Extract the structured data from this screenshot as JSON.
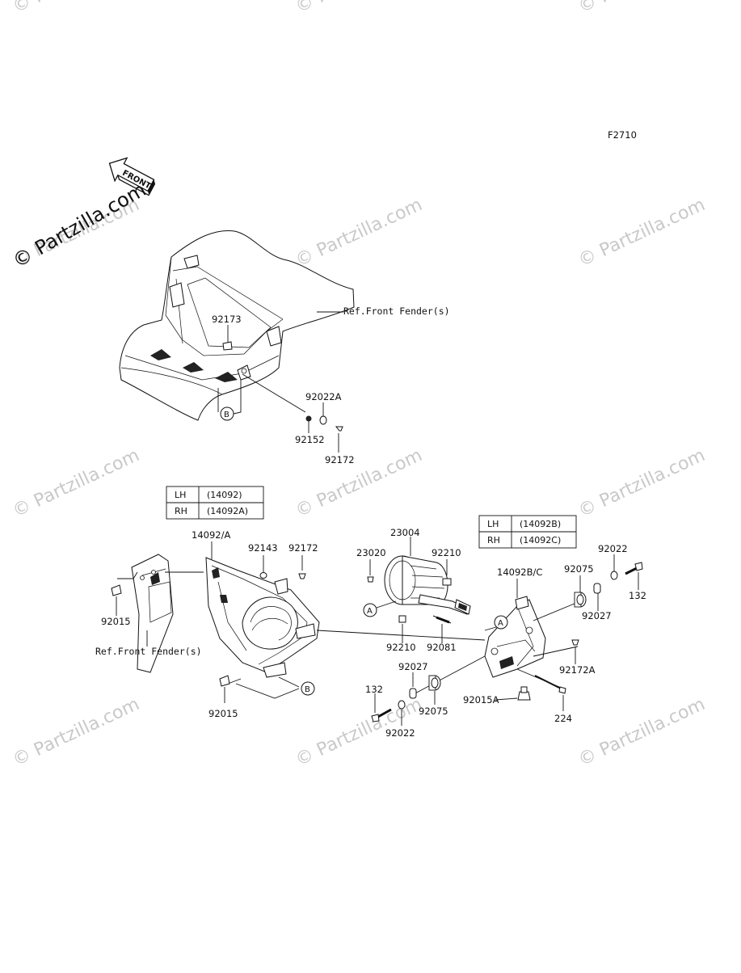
{
  "diagram_code": "F2710",
  "watermark": "© Partzilla.com",
  "front_badge": "FRONT",
  "ref_labels": {
    "front_fender_top": "Ref.Front Fender(s)",
    "front_fender_left": "Ref.Front Fender(s)"
  },
  "callouts": {
    "A": "A",
    "B": "B"
  },
  "tables": {
    "left": [
      {
        "side": "LH",
        "part": "(14092)"
      },
      {
        "side": "RH",
        "part": "(14092A)"
      }
    ],
    "right": [
      {
        "side": "LH",
        "part": "(14092B)"
      },
      {
        "side": "RH",
        "part": "(14092C)"
      }
    ]
  },
  "part_numbers": {
    "p92173": "92173",
    "p92022A": "92022A",
    "p92152": "92152",
    "p92172_top": "92172",
    "p14092A": "14092/A",
    "p92143": "92143",
    "p92172_mid": "92172",
    "p92015_left": "92015",
    "p92015_bottom": "92015",
    "p23004": "23004",
    "p23020": "23020",
    "p92210_top": "92210",
    "p92210_bottom": "92210",
    "p92081": "92081",
    "p14092BC": "14092B/C",
    "p92075_top": "92075",
    "p92022_top": "92022",
    "p132_right": "132",
    "p92027_right": "92027",
    "p92172A": "92172A",
    "p92027_bottom": "92027",
    "p132_left": "132",
    "p92075_bottom": "92075",
    "p92022_bottom": "92022",
    "p92015A": "92015A",
    "p224": "224"
  }
}
